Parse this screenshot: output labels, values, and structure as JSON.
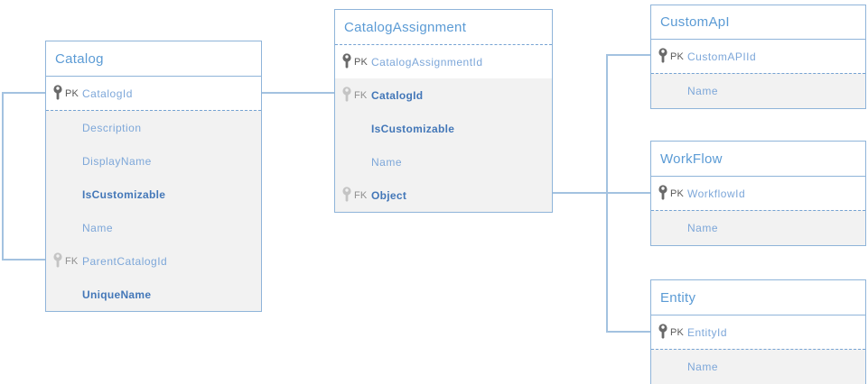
{
  "colors": {
    "table_border": "#8FB4D9",
    "title_text": "#5B9BD5",
    "field_text": "#7DA7D9",
    "field_text_bold": "#4377B8",
    "pk_key_icon": "#696969",
    "fk_key_icon": "#C4C4C4",
    "pk_label": "#595959",
    "fk_label": "#8f8f8f",
    "section_background": "#F2F2F2",
    "connector": "#A3C2E0"
  },
  "tables": [
    {
      "title": "Catalog",
      "columns": [
        {
          "key": "PK",
          "name": "CatalogId",
          "bold": false
        },
        {
          "key": "",
          "name": "Description",
          "bold": false
        },
        {
          "key": "",
          "name": "DisplayName",
          "bold": false
        },
        {
          "key": "",
          "name": "IsCustomizable",
          "bold": true
        },
        {
          "key": "",
          "name": "Name",
          "bold": false
        },
        {
          "key": "FK",
          "name": "ParentCatalogId",
          "bold": false
        },
        {
          "key": "",
          "name": "UniqueName",
          "bold": true
        }
      ]
    },
    {
      "title": "CatalogAssignment",
      "columns": [
        {
          "key": "PK",
          "name": "CatalogAssignmentId",
          "bold": false
        },
        {
          "key": "FK",
          "name": "CatalogId",
          "bold": true
        },
        {
          "key": "",
          "name": "IsCustomizable",
          "bold": true
        },
        {
          "key": "",
          "name": "Name",
          "bold": false
        },
        {
          "key": "FK",
          "name": "Object",
          "bold": true
        }
      ]
    },
    {
      "title": "CustomApI",
      "columns": [
        {
          "key": "PK",
          "name": "CustomAPIId",
          "bold": false
        },
        {
          "key": "",
          "name": "Name",
          "bold": false
        }
      ]
    },
    {
      "title": "WorkFlow",
      "columns": [
        {
          "key": "PK",
          "name": "WorkflowId",
          "bold": false
        },
        {
          "key": "",
          "name": "Name",
          "bold": false
        }
      ]
    },
    {
      "title": "Entity",
      "columns": [
        {
          "key": "PK",
          "name": "EntityId",
          "bold": false
        },
        {
          "key": "",
          "name": "Name",
          "bold": false
        }
      ]
    }
  ],
  "relationships": [
    {
      "from": "Catalog.ParentCatalogId",
      "to": "Catalog.CatalogId"
    },
    {
      "from": "CatalogAssignment.CatalogId",
      "to": "Catalog.CatalogId"
    },
    {
      "from": "CatalogAssignment.Object",
      "to": "CustomApI.CustomAPIId"
    },
    {
      "from": "CatalogAssignment.Object",
      "to": "WorkFlow.WorkflowId"
    },
    {
      "from": "CatalogAssignment.Object",
      "to": "Entity.EntityId"
    }
  ]
}
